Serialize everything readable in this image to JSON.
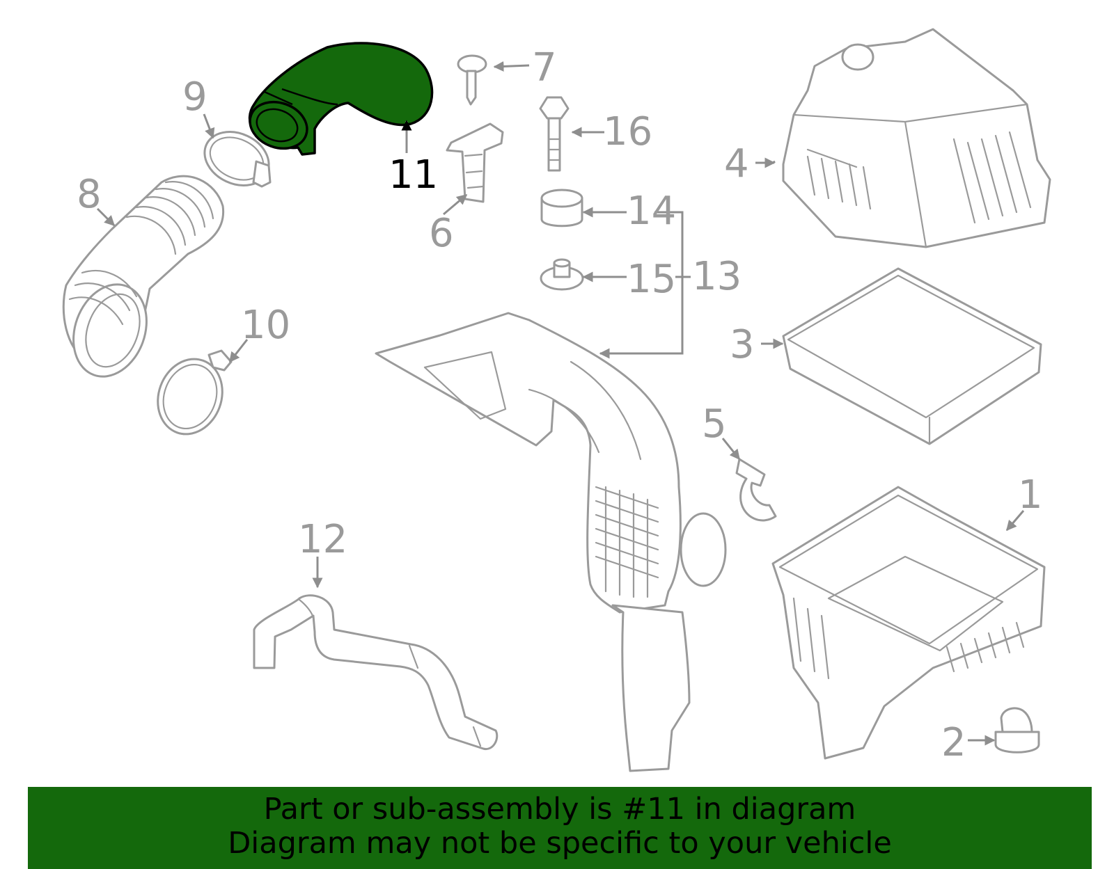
{
  "banner": {
    "line1": "Part or sub-assembly is #11 in diagram",
    "line2": "Diagram may not be specific to your vehicle"
  },
  "highlight": {
    "part_number": "11",
    "color": "#14690c"
  },
  "callouts": {
    "p1": "1",
    "p2": "2",
    "p3": "3",
    "p4": "4",
    "p5": "5",
    "p6": "6",
    "p7": "7",
    "p8": "8",
    "p9": "9",
    "p10": "10",
    "p11": "11",
    "p12": "12",
    "p13": "13",
    "p14": "14",
    "p15": "15",
    "p16": "16"
  },
  "colors": {
    "line_art": "#9a9a9a",
    "highlight_outline": "#000000",
    "background": "#ffffff"
  }
}
